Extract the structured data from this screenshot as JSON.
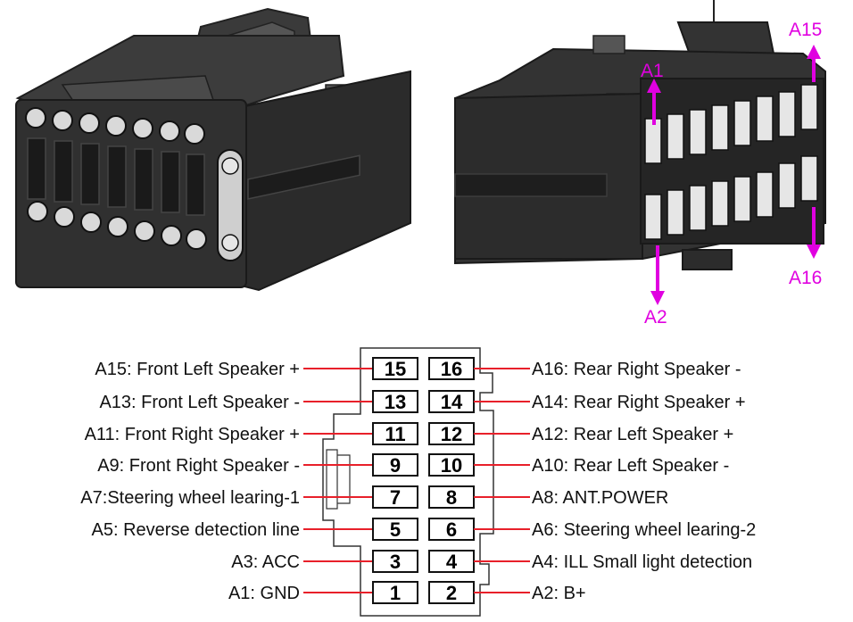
{
  "callouts": {
    "a1": "A1",
    "a2": "A2",
    "a15": "A15",
    "a16": "A16"
  },
  "pins_left": [
    {
      "num": "15",
      "label": "A15: Front Left Speaker +"
    },
    {
      "num": "13",
      "label": "A13: Front Left Speaker -"
    },
    {
      "num": "11",
      "label": "A11: Front Right Speaker +"
    },
    {
      "num": "9",
      "label": "A9: Front Right Speaker -"
    },
    {
      "num": "7",
      "label": "A7:Steering wheel learing-1"
    },
    {
      "num": "5",
      "label": "A5: Reverse detection line"
    },
    {
      "num": "3",
      "label": "A3: ACC"
    },
    {
      "num": "1",
      "label": "A1: GND"
    }
  ],
  "pins_right": [
    {
      "num": "16",
      "label": "A16: Rear Right Speaker -"
    },
    {
      "num": "14",
      "label": "A14: Rear Right Speaker +"
    },
    {
      "num": "12",
      "label": "A12: Rear Left Speaker +"
    },
    {
      "num": "10",
      "label": "A10: Rear Left Speaker -"
    },
    {
      "num": "8",
      "label": "A8: ANT.POWER"
    },
    {
      "num": "6",
      "label": "A6: Steering wheel learing-2"
    },
    {
      "num": "4",
      "label": "A4: ILL Small light detection"
    },
    {
      "num": "2",
      "label": "A2: B+"
    }
  ],
  "colors": {
    "line": "#e8202a",
    "callout": "#e000e0",
    "housing": "#2a2a2a"
  }
}
